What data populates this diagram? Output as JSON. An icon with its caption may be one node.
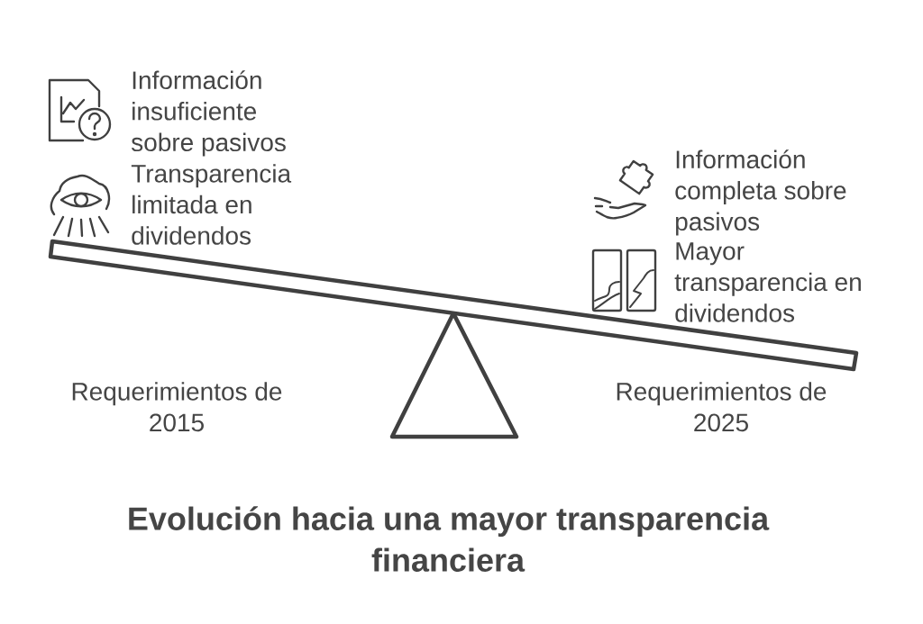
{
  "diagram": {
    "title": "Evolución hacia una mayor transparencia financiera",
    "labels": [
      "Información insuficiente sobre pasivos",
      "Transparencia limitada en dividendos",
      "Información completa sobre pasivos",
      "Mayor transparencia en dividendos",
      "Requerimientos de 2015",
      "Requerimientos de 2025"
    ]
  }
}
